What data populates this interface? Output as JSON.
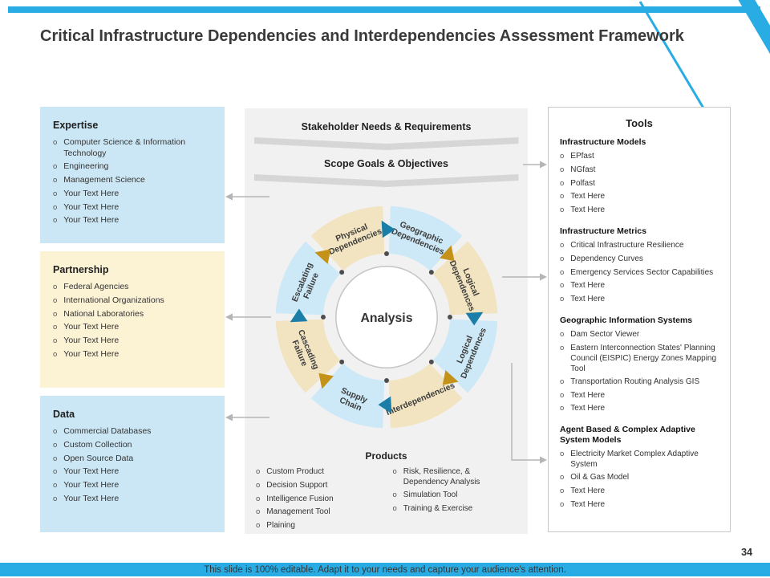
{
  "slide": {
    "title": "Critical Infrastructure Dependencies and Interdependencies Assessment Framework",
    "page_number": "34",
    "footer": "This slide is 100% editable. Adapt it to your needs and capture your audience's attention."
  },
  "colors": {
    "accent": "#29ace3",
    "teal": "#1b7ea8",
    "gold": "#c49218",
    "box_blue": "#cbe7f5",
    "box_cream": "#fcf2d4",
    "segment_blue": "#cde9f7",
    "segment_tan": "#f2e4c0"
  },
  "left_boxes": [
    {
      "heading": "Expertise",
      "items": [
        "Computer Science & Information Technology",
        "Engineering",
        "Management Science",
        "Your Text Here",
        "Your Text Here",
        "Your Text Here"
      ]
    },
    {
      "heading": "Partnership",
      "items": [
        "Federal Agencies",
        "International Organizations",
        "National Laboratories",
        "Your Text Here",
        "Your Text Here",
        "Your Text Here"
      ]
    },
    {
      "heading": "Data",
      "items": [
        "Commercial Databases",
        "Custom Collection",
        "Open Source Data",
        "Your Text Here",
        "Your Text Here",
        "Your Text Here"
      ]
    }
  ],
  "center": {
    "heading1": "Stakeholder Needs & Requirements",
    "heading2": "Scope Goals & Objectives",
    "analysis_label": "Analysis",
    "ring": [
      {
        "label": "Geographic Dependencies",
        "fill": "#cde9f7"
      },
      {
        "label": "Logical Dependences",
        "fill": "#f2e4c0"
      },
      {
        "label": "Logical Dependences",
        "fill": "#cde9f7"
      },
      {
        "label": "Interdependencies",
        "fill": "#f2e4c0",
        "text_color": "#b8891b"
      },
      {
        "label": "Supply Chain",
        "fill": "#cde9f7"
      },
      {
        "label": "Cascading Failure",
        "fill": "#f2e4c0"
      },
      {
        "label": "Escalating Failure",
        "fill": "#cde9f7"
      },
      {
        "label": "Physical Dependencies",
        "fill": "#f2e4c0"
      }
    ],
    "products": {
      "heading": "Products",
      "col1": [
        "Custom Product",
        "Decision Support",
        "Intelligence Fusion",
        "Management Tool",
        "Plaining"
      ],
      "col2": [
        "Risk, Resilience, & Dependency Analysis",
        "Simulation Tool",
        "Training & Exercise"
      ]
    }
  },
  "tools": {
    "heading": "Tools",
    "sections": [
      {
        "heading": "Infrastructure Models",
        "items": [
          "EPfast",
          "NGfast",
          "Polfast",
          "Text Here",
          "Text Here"
        ]
      },
      {
        "heading": "Infrastructure Metrics",
        "items": [
          "Critical Infrastructure Resilience",
          "Dependency Curves",
          "Emergency Services Sector Capabilities",
          "Text Here",
          "Text Here"
        ]
      },
      {
        "heading": "Geographic Information Systems",
        "items": [
          "Dam Sector Viewer",
          "Eastern Interconnection States' Planning Council (EISPIC) Energy Zones Mapping Tool",
          "Transportation Routing Analysis GIS",
          "Text Here",
          "Text Here"
        ]
      },
      {
        "heading": "Agent Based & Complex Adaptive System Models",
        "items": [
          "Electricity Market Complex Adaptive System",
          "Oil & Gas Model",
          "Text Here",
          "Text Here"
        ]
      }
    ]
  }
}
